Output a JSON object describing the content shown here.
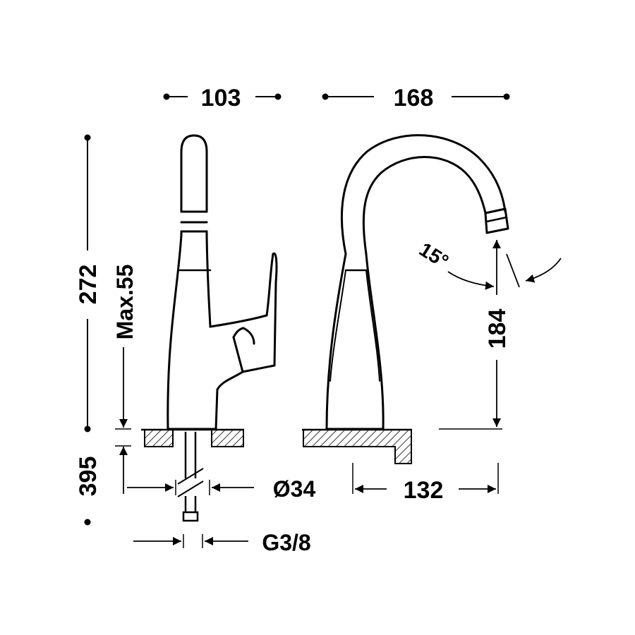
{
  "dimensions": {
    "width_side": "103",
    "width_front": "168",
    "total_height": "272",
    "max_thickness": "Max.55",
    "spout_height": "184",
    "below_deck": "395",
    "hole_diameter": "Ø34",
    "spout_reach": "132",
    "connection": "G3/8",
    "swivel_angle": "15°"
  },
  "colors": {
    "line": "#000000",
    "background": "#ffffff"
  }
}
